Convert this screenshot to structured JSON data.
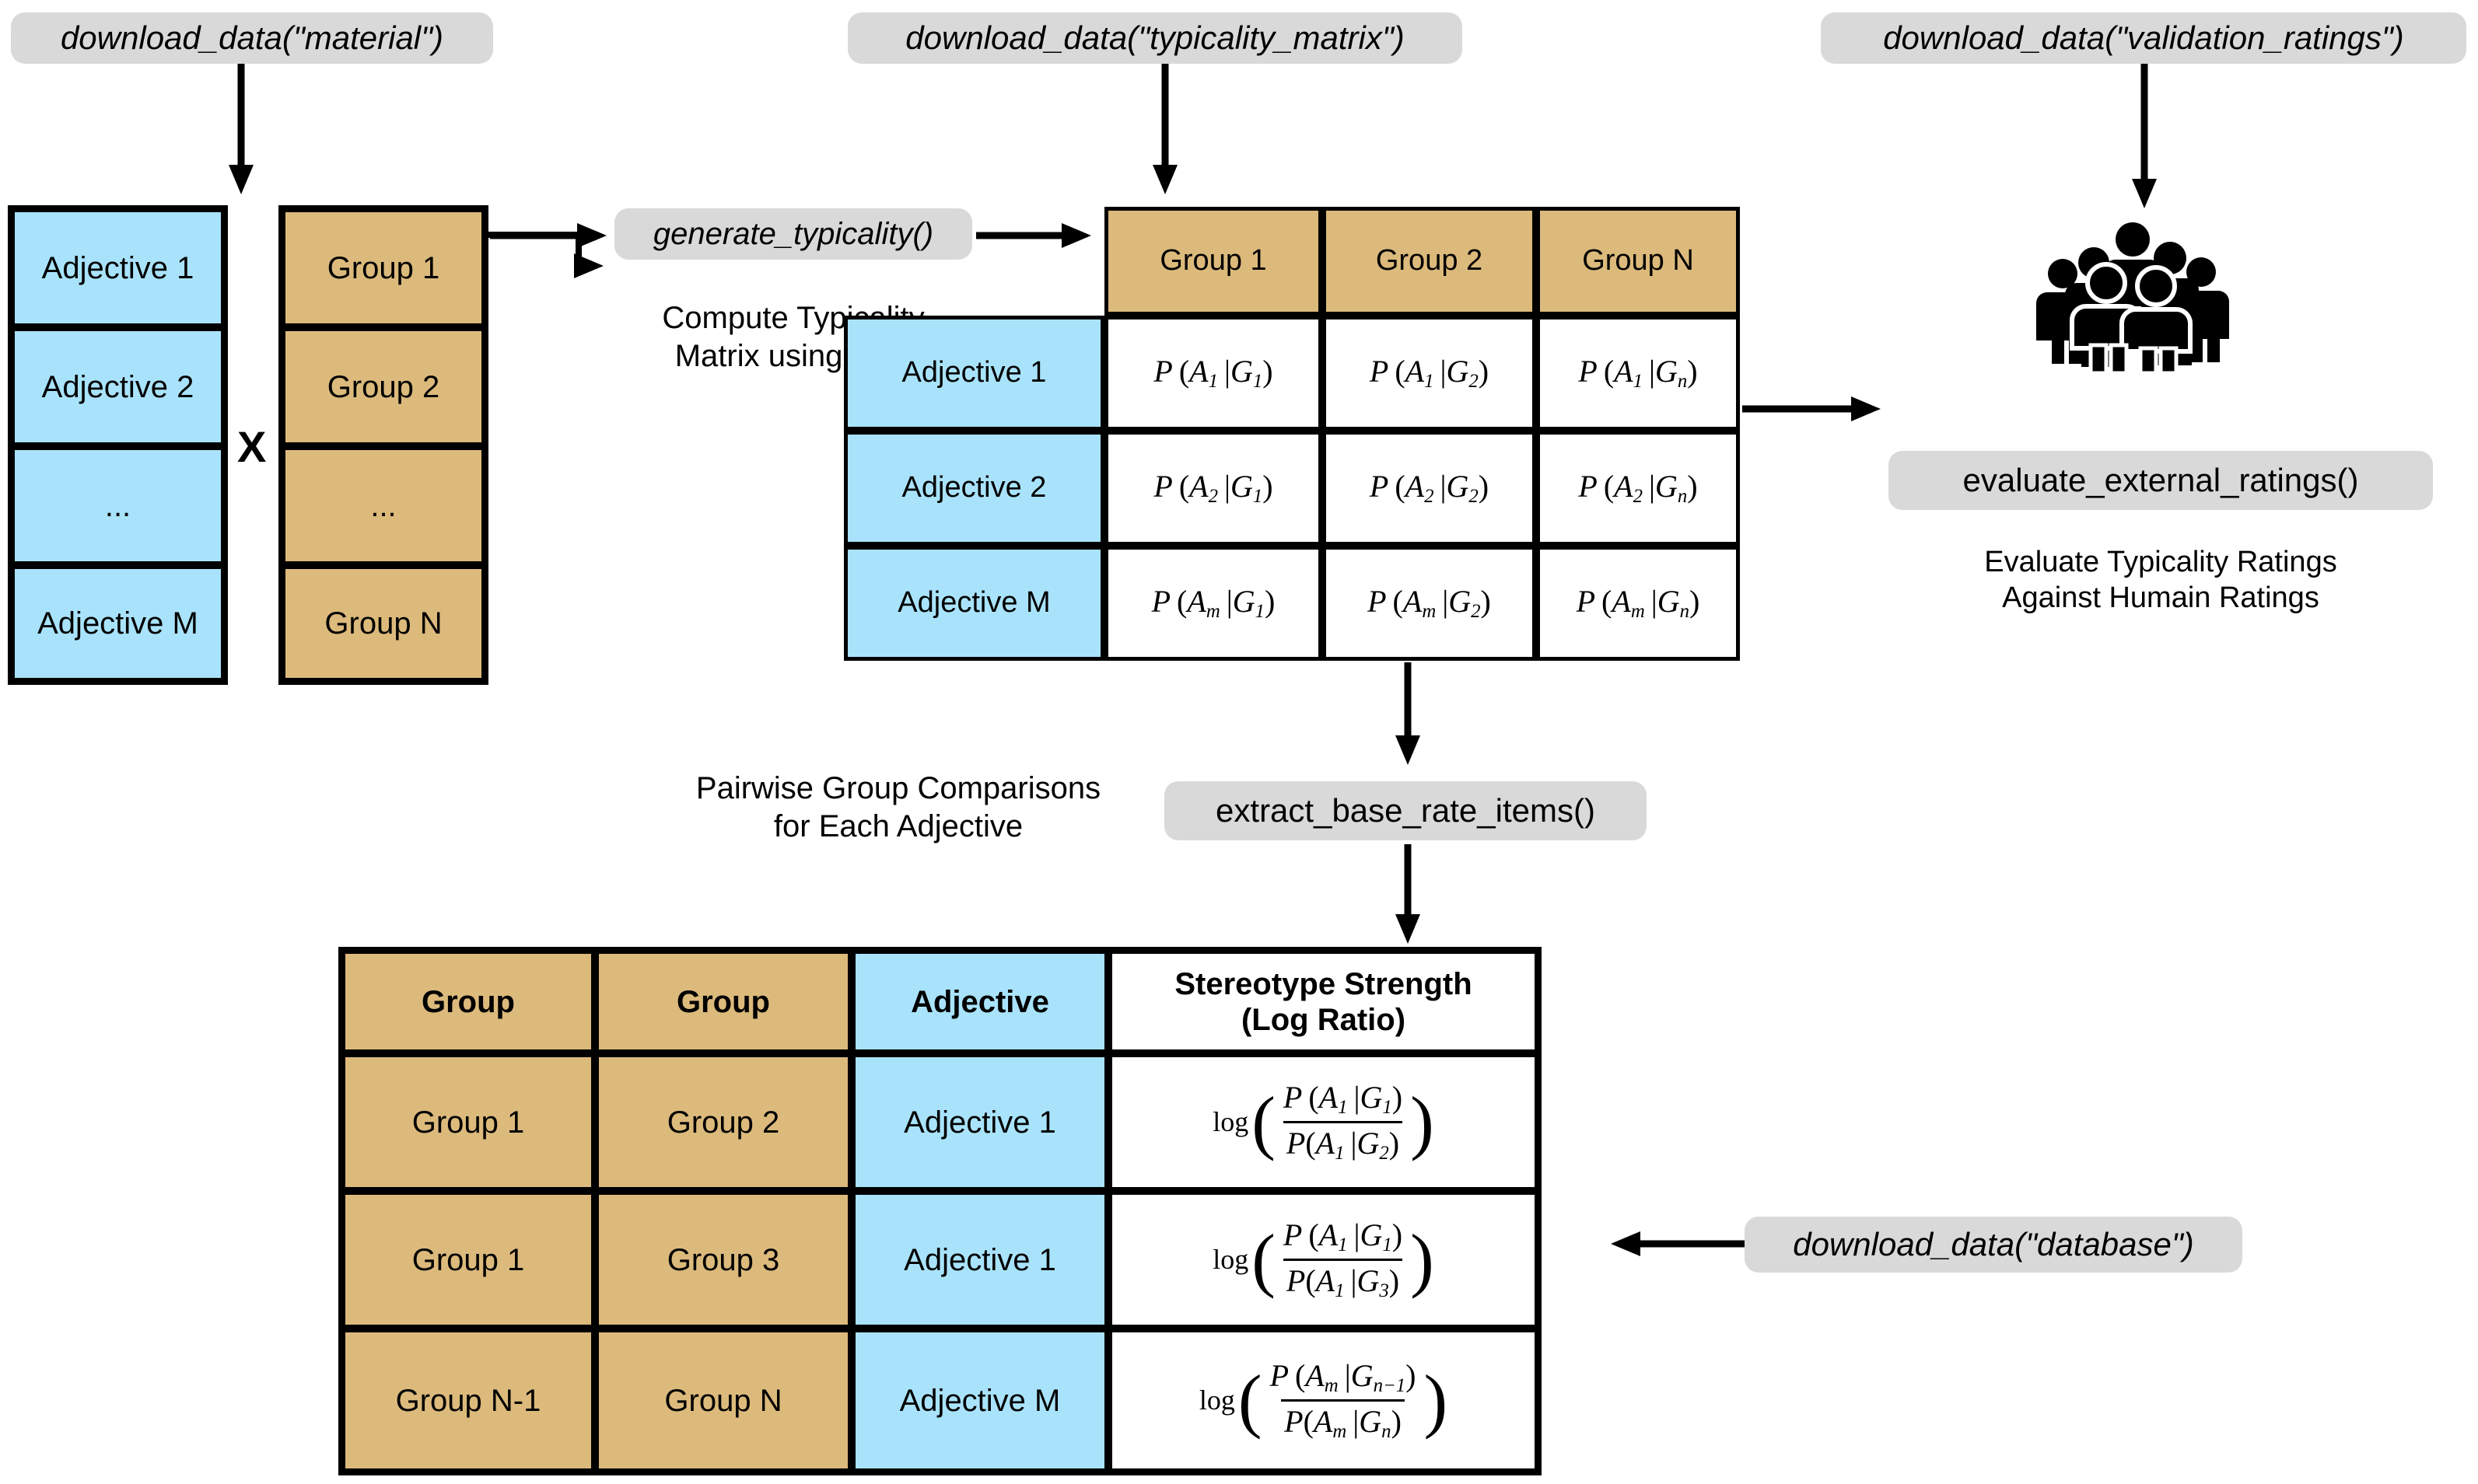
{
  "pipeline": {
    "download_material": "download_data(\"material\")",
    "download_typicality_matrix": "download_data(\"typicality_matrix\")",
    "download_validation_ratings": "download_data(\"validation_ratings\")",
    "download_database": "download_data(\"database\")",
    "generate_typicality": "generate_typicality()",
    "evaluate_external_ratings": "evaluate_external_ratings()",
    "extract_base_rate_items": "extract_base_rate_items()",
    "multiply_symbol": "X"
  },
  "captions": {
    "compute_typicality": "Compute Typicality\nMatrix using LLM",
    "evaluate_ratings": "Evaluate Typicality Ratings\nAgainst Humain Ratings",
    "pairwise": "Pairwise Group Comparisons\nfor Each Adjective"
  },
  "adjective_list": {
    "items": [
      "Adjective 1",
      "Adjective 2",
      "...",
      "Adjective M"
    ]
  },
  "group_list": {
    "items": [
      "Group 1",
      "Group 2",
      "...",
      "Group N"
    ]
  },
  "typicality_matrix": {
    "column_headers": [
      "Group 1",
      "Group 2",
      "Group N"
    ],
    "row_headers": [
      "Adjective 1",
      "Adjective 2",
      "Adjective M"
    ],
    "cells": [
      [
        {
          "a": "A",
          "asub": "1",
          "g": "G",
          "gsub": "1"
        },
        {
          "a": "A",
          "asub": "1",
          "g": "G",
          "gsub": "2"
        },
        {
          "a": "A",
          "asub": "1",
          "g": "G",
          "gsub": "n"
        }
      ],
      [
        {
          "a": "A",
          "asub": "2",
          "g": "G",
          "gsub": "1"
        },
        {
          "a": "A",
          "asub": "2",
          "g": "G",
          "gsub": "2"
        },
        {
          "a": "A",
          "asub": "2",
          "g": "G",
          "gsub": "n"
        }
      ],
      [
        {
          "a": "A",
          "asub": "m",
          "g": "G",
          "gsub": "1"
        },
        {
          "a": "A",
          "asub": "m",
          "g": "G",
          "gsub": "2"
        },
        {
          "a": "A",
          "asub": "m",
          "g": "G",
          "gsub": "n"
        }
      ]
    ]
  },
  "base_rate_table": {
    "headers": [
      "Group",
      "Group",
      "Adjective",
      "Stereotype Strength\n(Log Ratio)"
    ],
    "rows": [
      {
        "group_a": "Group 1",
        "group_b": "Group 2",
        "adjective": "Adjective 1",
        "formula": {
          "log": "log",
          "num": {
            "a": "A",
            "asub": "1",
            "g": "G",
            "gsub": "1"
          },
          "den": {
            "a": "A",
            "asub": "1",
            "g": "G",
            "gsub": "2"
          }
        }
      },
      {
        "group_a": "Group 1",
        "group_b": "Group 3",
        "adjective": "Adjective 1",
        "formula": {
          "log": "log",
          "num": {
            "a": "A",
            "asub": "1",
            "g": "G",
            "gsub": "1"
          },
          "den": {
            "a": "A",
            "asub": "1",
            "g": "G",
            "gsub": "3"
          }
        }
      },
      {
        "group_a": "Group N-1",
        "group_b": "Group N",
        "adjective": "Adjective M",
        "formula": {
          "log": "log",
          "num": {
            "a": "A",
            "asub": "m",
            "g": "G",
            "gsub": "n−1"
          },
          "den": {
            "a": "A",
            "asub": "m",
            "g": "G",
            "gsub": "n"
          }
        }
      }
    ]
  },
  "icons": {
    "crowd": "crowd-of-people-icon"
  },
  "colors": {
    "blue": "#a9e3fb",
    "tan": "#dcba7c",
    "pill_gray": "#d9d9d9",
    "line": "#000000",
    "background": "#ffffff"
  }
}
